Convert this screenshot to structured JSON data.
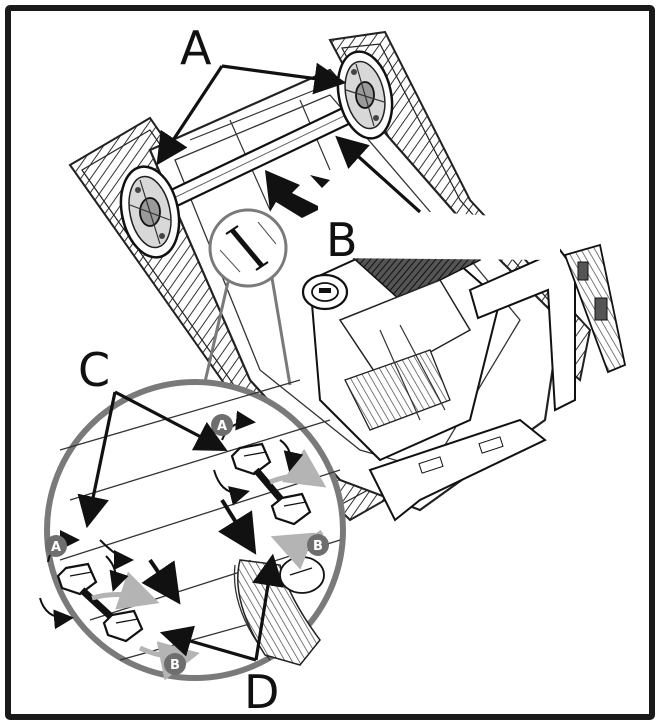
{
  "figure": {
    "labels": {
      "A": "A",
      "B": "B",
      "C": "C",
      "D": "D"
    },
    "badges": [
      {
        "id": "badge-a-upper",
        "text": "A"
      },
      {
        "id": "badge-a-lower",
        "text": "A"
      },
      {
        "id": "badge-b-upper",
        "text": "B"
      },
      {
        "id": "badge-b-lower",
        "text": "B"
      }
    ],
    "colors": {
      "ink": "#111111",
      "frame": "#1a1a1a",
      "detail_ring": "#7a7a7a",
      "badge_fill": "#6e6e6e",
      "rotate_arrow": "#b4b4b4",
      "paper": "#ffffff"
    }
  }
}
